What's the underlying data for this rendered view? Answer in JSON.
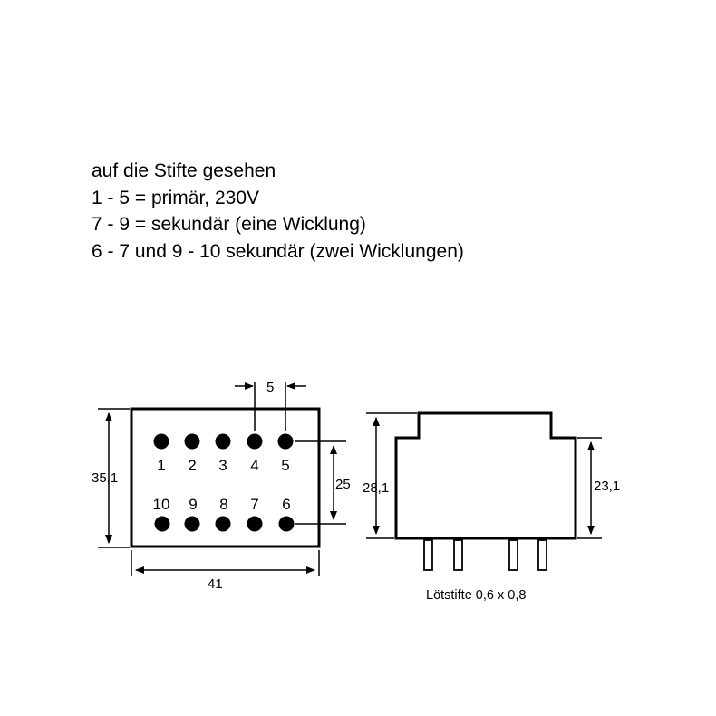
{
  "notes": {
    "line1": "auf die Stifte gesehen",
    "line2": "1 - 5 = primär, 230V",
    "line3": "7 - 9 = sekundär (eine Wicklung)",
    "line4": "6 - 7 und 9 - 10 sekundär (zwei Wicklungen)"
  },
  "top_view": {
    "pins_top": [
      "1",
      "2",
      "3",
      "4",
      "5"
    ],
    "pins_bottom": [
      "10",
      "9",
      "8",
      "7",
      "6"
    ],
    "dim_height": "35,1",
    "dim_width": "41",
    "dim_pitch": "5",
    "dim_row_spacing": "25"
  },
  "side_view": {
    "dim_total_height": "28,1",
    "dim_body_height": "23,1",
    "pins_caption": "Lötstifte 0,6 x 0,8"
  }
}
